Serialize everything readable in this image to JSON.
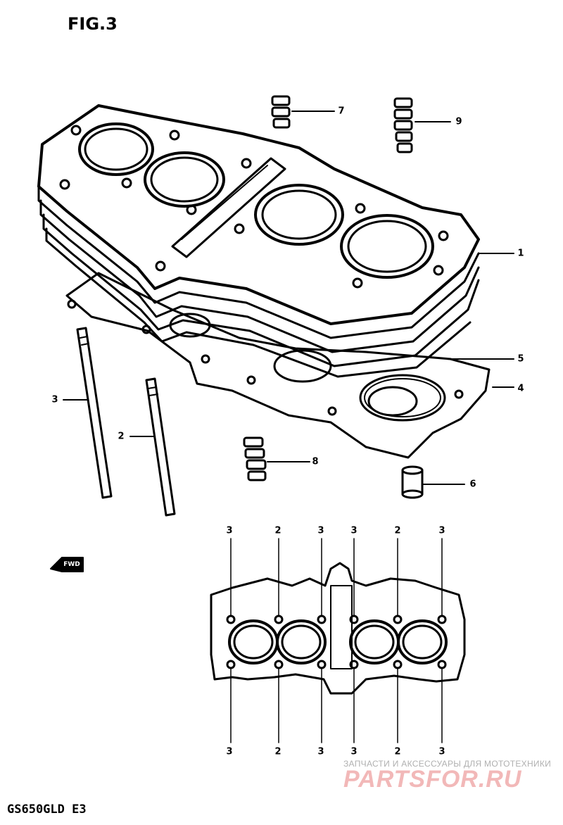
{
  "figure": {
    "title": "FIG.3",
    "model": "GS650GLD E3"
  },
  "watermark": {
    "caption": "ЗАПЧАСТИ И АКСЕССУАРЫ ДЛЯ МОТОТЕХНИКИ",
    "logo": "PARTSFOR.RU",
    "color": "#f2b8b8"
  },
  "fwd_label": "FWD",
  "callouts": {
    "cylinder": "1",
    "stud_short": "2",
    "stud_long": "3",
    "gasket": "4",
    "o_ring": "5",
    "dowel": "6",
    "rubber_small": "7",
    "rubber_mid": "8",
    "rubber_large": "9"
  },
  "stud_map": {
    "top": [
      "3",
      "2",
      "3",
      "3",
      "2",
      "3"
    ],
    "bottom": [
      "3",
      "2",
      "3",
      "3",
      "2",
      "3"
    ]
  }
}
